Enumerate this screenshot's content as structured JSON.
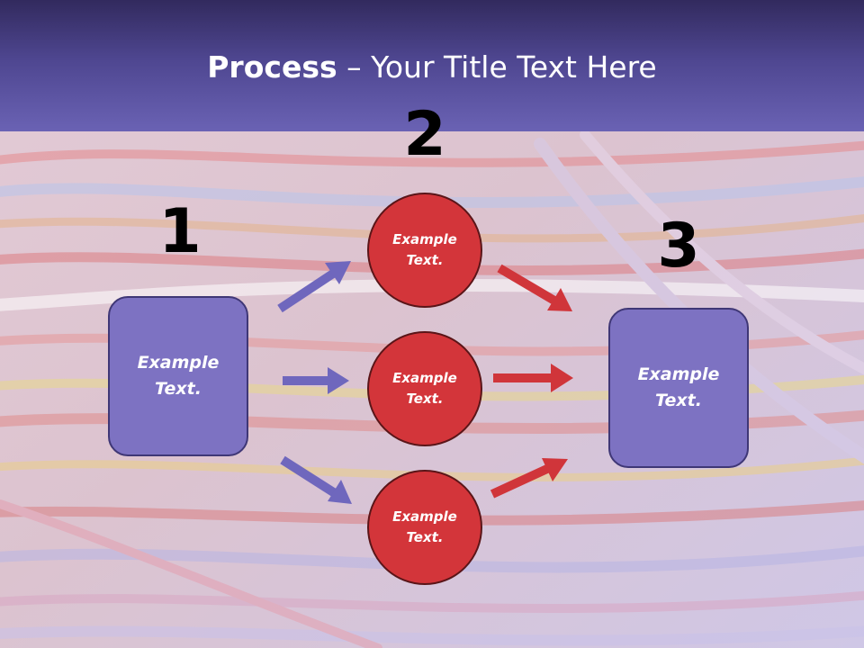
{
  "title": {
    "bold": "Process",
    "rest": " – Your Title Text Here"
  },
  "steps": [
    "1",
    "2",
    "3"
  ],
  "left_box": {
    "label": "Example Text."
  },
  "right_box": {
    "label": "Example Text."
  },
  "circles": [
    {
      "label": "Example Text."
    },
    {
      "label": "Example Text."
    },
    {
      "label": "Example Text."
    }
  ],
  "colors": {
    "header": "#5a52a2",
    "box": "#7d72c2",
    "circle": "#d3353a",
    "arrow_blue": "#6f67bd",
    "arrow_red": "#d0353a"
  }
}
